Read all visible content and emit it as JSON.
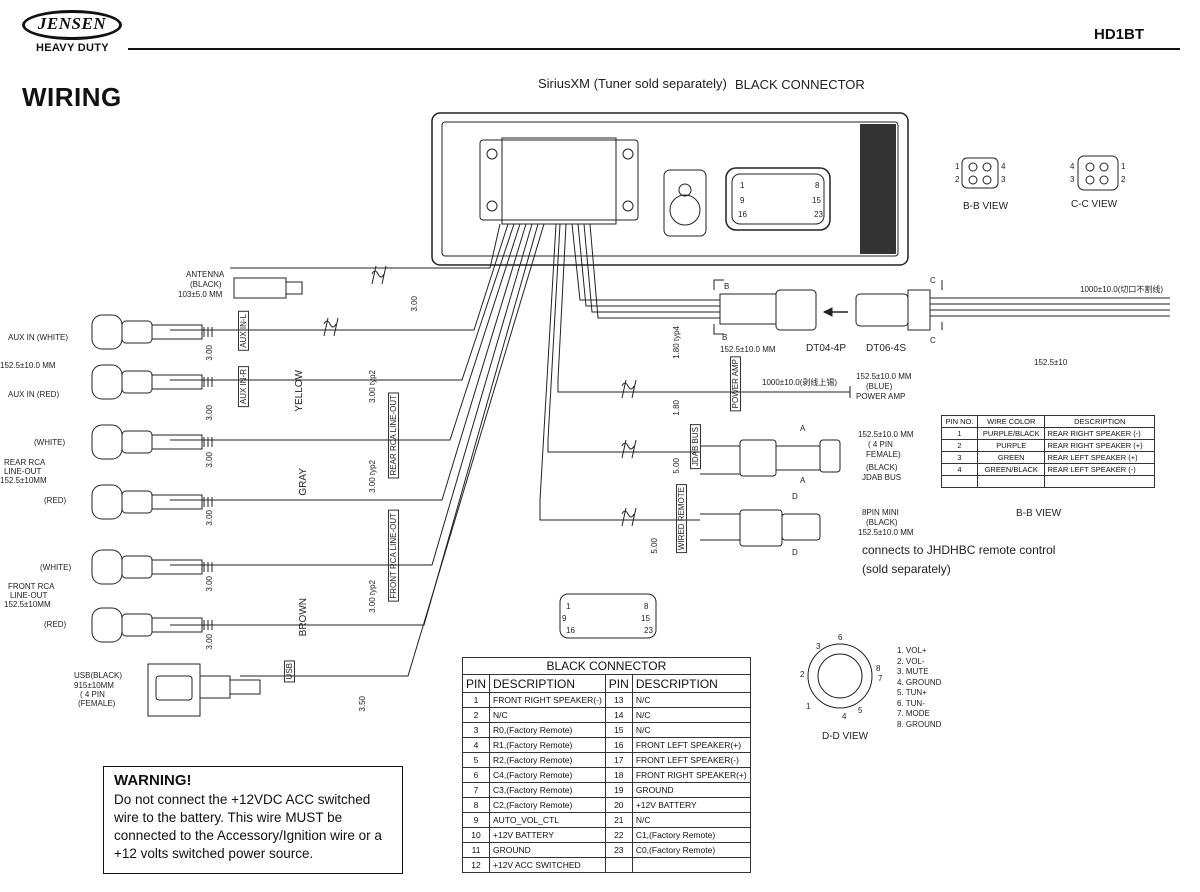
{
  "header": {
    "brand": "JENSEN",
    "brand_sub": "HEAVY DUTY",
    "model": "HD1BT",
    "section_title": "WIRING"
  },
  "top_labels": {
    "siriusxm": "SiriusXM (Tuner sold separately)",
    "black_connector": "BLACK CONNECTOR"
  },
  "left_labels": {
    "antenna": "ANTENNA",
    "antenna_color": "(BLACK)",
    "antenna_len": "103±5.0 MM",
    "aux_white": "AUX IN (WHITE)",
    "aux_len": "152.5±10.0 MM",
    "aux_red": "AUX IN (RED)",
    "aux_l_tag": "AUX IN-L",
    "aux_r_tag": "AUX IN-R",
    "yellow": "YELLOW",
    "rear_white": "(WHITE)",
    "rear_name_1": "REAR RCA",
    "rear_name_2": "LINE-OUT",
    "rear_len": "152.5±10MM",
    "rear_red": "(RED)",
    "rear_tag": "REAR RCA LINE-OUT",
    "gray": "GRAY",
    "front_white": "(WHITE)",
    "front_name_1": "FRONT RCA",
    "front_name_2": "LINE-OUT",
    "front_len": "152.5±10MM",
    "front_red": "(RED)",
    "front_tag": "FRONT RCA LINE-OUT",
    "brown": "BROWN",
    "usb_1": "USB(BLACK)",
    "usb_2": "915±10MM",
    "usb_3": "( 4 PIN",
    "usb_4": "(FEMALE)",
    "usb_tag": "USB",
    "dim_300": "3.00",
    "dim_300_typ2": "3.00 typ2",
    "dim_350": "3.50"
  },
  "right_labels": {
    "b_mark": "B",
    "c_mark": "C",
    "a_mark": "A",
    "d_mark": "D",
    "len_152": "152.5±10.0 MM",
    "dt04": "DT04-4P",
    "dt06": "DT06-4S",
    "dim_1000": "1000±10.0(切口不割线)",
    "dim_1525": "152.5±10",
    "dim_180": "1.80 typ4",
    "power_amp_tag": "POWER AMP",
    "pa_dim": "1000±10.0(剥线上锡)",
    "pa_1": "152.5±10.0 MM",
    "pa_2": "(BLUE)",
    "pa_3": "POWER AMP",
    "jdab_tag": "JDAB BUS",
    "jdab_1": "152.5±10.0 MM",
    "jdab_2": "( 4 PIN",
    "jdab_3": "FEMALE)",
    "jdab_4": "(BLACK)",
    "jdab_5": "JDAB BUS",
    "wired_tag": "WIRED REMOTE",
    "mini_1": "8PIN MINI",
    "mini_2": "(BLACK)",
    "mini_3": "152.5±10.0 MM",
    "remote_1": "connects to JHDHBC remote control",
    "remote_2": "(sold separately)",
    "bb_view": "B-B VIEW",
    "cc_view": "C-C VIEW",
    "dd_view": "D-D VIEW",
    "bb_view_2": "B-B VIEW",
    "dim_500": "5.00",
    "dim_180b": "1.80"
  },
  "connector_pins": {
    "p1": "1",
    "p8": "8",
    "p9": "9",
    "p15": "15",
    "p16": "16",
    "p23": "23",
    "q1": "1",
    "q2": "2",
    "q3": "3",
    "q4": "4",
    "d1": "1",
    "d2": "2",
    "d3": "3",
    "d4": "4",
    "d5": "5",
    "d6": "6",
    "d7": "7",
    "d8": "8"
  },
  "dd_pins": [
    "1. VOL+",
    "2. VOL-",
    "3. MUTE",
    "4. GROUND",
    "5. TUN+",
    "6. TUN-",
    "7. MODE",
    "8. GROUND"
  ],
  "warning": {
    "title": "WARNING!",
    "body": "Do not connect the +12VDC ACC switched wire to the battery. This wire MUST be connected to the Accessory/Ignition wire or a +12 volts switched power source."
  },
  "black_connector_table": {
    "title": "BLACK CONNECTOR",
    "headers": [
      "PIN",
      "DESCRIPTION",
      "PIN",
      "DESCRIPTION"
    ],
    "rows": [
      [
        "1",
        "FRONT RIGHT SPEAKER(-)",
        "13",
        "N/C"
      ],
      [
        "2",
        "N/C",
        "14",
        "N/C"
      ],
      [
        "3",
        "R0,(Factory Remote)",
        "15",
        "N/C"
      ],
      [
        "4",
        "R1,(Factory Remote)",
        "16",
        "FRONT LEFT SPEAKER(+)"
      ],
      [
        "5",
        "R2,(Factory Remote)",
        "17",
        "FRONT LEFT SPEAKER(-)"
      ],
      [
        "6",
        "C4,(Factory Remote)",
        "18",
        "FRONT RIGHT SPEAKER(+)"
      ],
      [
        "7",
        "C3,(Factory Remote)",
        "19",
        "GROUND"
      ],
      [
        "8",
        "C2,(Factory Remote)",
        "20",
        "+12V BATTERY"
      ],
      [
        "9",
        "AUTO_VOL_CTL",
        "21",
        "N/C"
      ],
      [
        "10",
        "+12V BATTERY",
        "22",
        "C1,(Factory Remote)"
      ],
      [
        "11",
        "GROUND",
        "23",
        "C0,(Factory Remote)"
      ],
      [
        "12",
        "+12V ACC SWITCHED",
        "",
        ""
      ]
    ]
  },
  "bb_table": {
    "headers": [
      "PIN NO.",
      "WIRE COLOR",
      "DESCRIPTION"
    ],
    "rows": [
      [
        "1",
        "PURPLE/BLACK",
        "REAR RIGHT SPEAKER (-)"
      ],
      [
        "2",
        "PURPLE",
        "REAR RIGHT SPEAKER (+)"
      ],
      [
        "3",
        "GREEN",
        "REAR LEFT SPEAKER (+)"
      ],
      [
        "4",
        "GREEN/BLACK",
        "REAR LEFT SPEAKER (-)"
      ],
      [
        "",
        "",
        ""
      ]
    ]
  }
}
